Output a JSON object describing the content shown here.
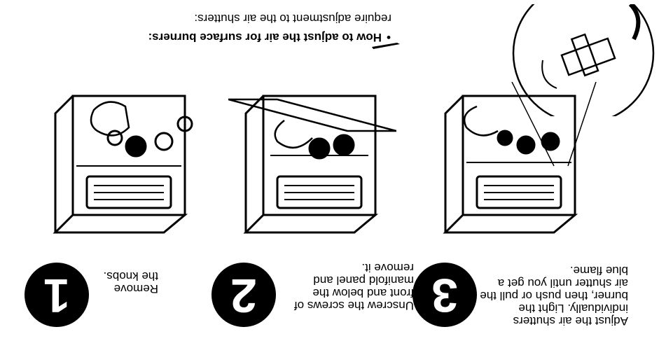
{
  "intro_text": "require adjustment to the air shutters:",
  "section": {
    "bullet": "•",
    "heading": "How to adjust the air for surface burners:"
  },
  "steps": [
    {
      "number": "1",
      "text": "Remove the knobs."
    },
    {
      "number": "2",
      "text": "Unscrew the screws of front and below the manifold panel and remove it."
    },
    {
      "number": "3",
      "text": "Adjust the air shutters individually. Light the burner, then push or pull the air shutter until you get a blue flame."
    }
  ]
}
